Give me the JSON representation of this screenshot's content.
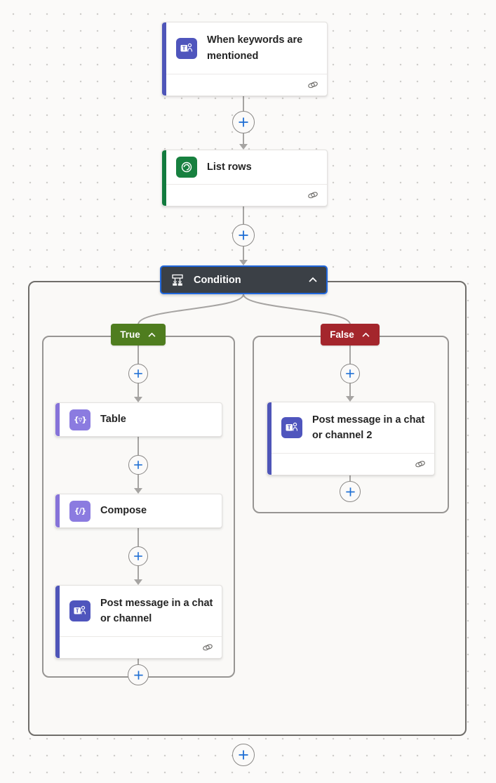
{
  "flow": {
    "trigger": {
      "title": "When keywords are mentioned",
      "connector": "microsoft-teams"
    },
    "list_rows": {
      "title": "List rows",
      "connector": "dataverse"
    },
    "condition": {
      "title": "Condition"
    },
    "true_branch": {
      "label": "True",
      "table": {
        "title": "Table",
        "connector": "data-operations"
      },
      "compose": {
        "title": "Compose",
        "connector": "data-operations"
      },
      "post_message": {
        "title": "Post message in a chat or channel",
        "connector": "microsoft-teams"
      }
    },
    "false_branch": {
      "label": "False",
      "post_message_2": {
        "title": "Post message in a chat or channel 2",
        "connector": "microsoft-teams"
      }
    }
  },
  "icons": {
    "table_glyph": "{▿}",
    "compose_glyph": "{/}"
  },
  "colors": {
    "teams_accent": "#4e55b8",
    "teams_icon_bg": "#4f55bd",
    "dataverse_accent": "#127a3e",
    "dataverse_icon_bg": "#17803f",
    "data_ops_accent": "#8673d9",
    "data_ops_icon_bg": "#8b7be0",
    "condition_bg": "#3b4046",
    "condition_selected_border": "#2067dd",
    "true_label_bg": "#4f7d1f",
    "false_label_bg": "#a4262c",
    "plus_blue": "#1f6fd4",
    "connector_gray": "#a6a4a2",
    "canvas_bg": "#fbfaf9"
  }
}
